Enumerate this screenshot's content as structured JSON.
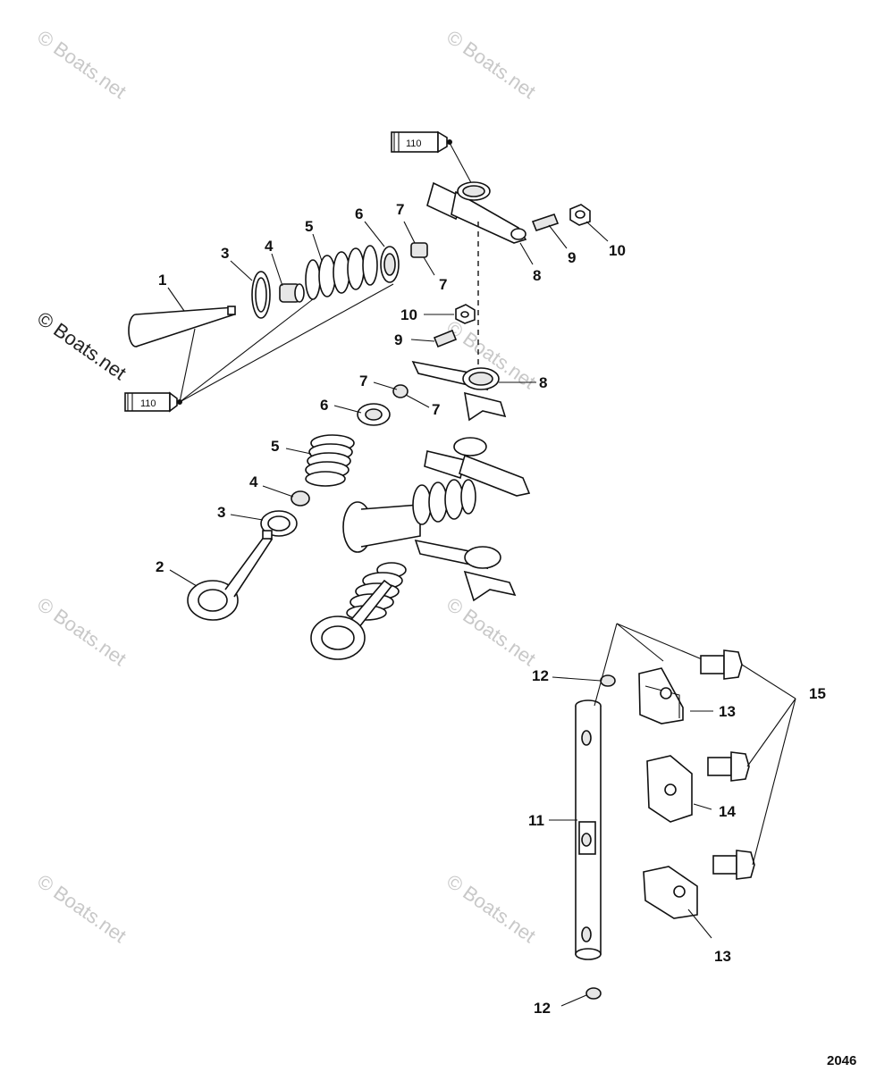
{
  "watermark": "© Boats.net",
  "figure_number": "2046",
  "sealant_tube_label": "110",
  "callouts": {
    "c1": "1",
    "c2": "2",
    "c3": "3",
    "c4": "4",
    "c5": "5",
    "c6": "6",
    "c7": "7",
    "c8": "8",
    "c9": "9",
    "c10": "10",
    "c11": "11",
    "c12": "12",
    "c13": "13",
    "c14": "14",
    "c15": "15"
  }
}
